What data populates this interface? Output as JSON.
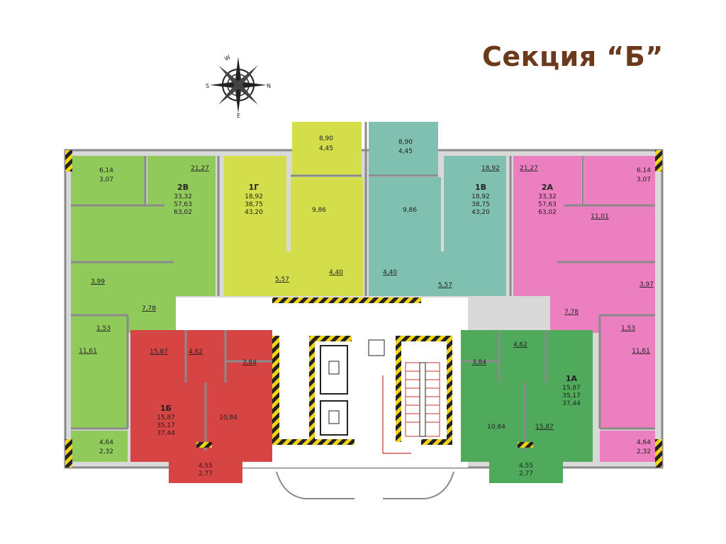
{
  "title": "Секция “Б”",
  "compass": {
    "letters": [
      "W",
      "N",
      "E",
      "S"
    ]
  },
  "colors": {
    "green_light": "#8fca5a",
    "green_dark": "#4faa5c",
    "yellow": "#d4dd4a",
    "teal": "#7fc0b0",
    "pink": "#ec7fbf",
    "red": "#d64444",
    "wall": "#8a8a8a",
    "hazard_yellow": "#f3d21a",
    "hazard_black": "#222222",
    "title_brown": "#6b3a1c"
  },
  "apartments": [
    {
      "id": "2В",
      "labels": [
        "33,32",
        "57,63",
        "63,02"
      ],
      "color": "green_light"
    },
    {
      "id": "1Г",
      "labels": [
        "18,92",
        "38,75",
        "43,20"
      ],
      "color": "yellow"
    },
    {
      "id": "1В",
      "labels": [
        "18,92",
        "38,75",
        "43,20"
      ],
      "color": "teal"
    },
    {
      "id": "2А",
      "labels": [
        "33,32",
        "57,63",
        "63,02"
      ],
      "color": "pink"
    },
    {
      "id": "1Б",
      "labels": [
        "15,87",
        "35,17",
        "37,44"
      ],
      "color": "red"
    },
    {
      "id": "1А",
      "labels": [
        "15,87",
        "35,17",
        "37,44"
      ],
      "color": "green_dark"
    }
  ],
  "rooms": {
    "tl_balcony": [
      "6,14",
      "3,07"
    ],
    "tl_room": "21,27",
    "tl_bath": "3,99",
    "tl_hall": "7,78",
    "tl_wc": "1,53",
    "tl_kitchen": "11,61",
    "tl_loggia": [
      "4,64",
      "2,32"
    ],
    "top_left_balcony": [
      "8,90",
      "4,45"
    ],
    "top_right_balcony": [
      "8,90",
      "4,45"
    ],
    "y_kitchen": "9,86",
    "y_bath": "4,40",
    "y_hall": "5,57",
    "t_kitchen": "9,86",
    "t_bath": "4,40",
    "t_hall": "5,57",
    "t_room": "18,92",
    "tr_room": "21,27",
    "tr_balcony": [
      "6,14",
      "3,07"
    ],
    "tr_kitchen_top": "11,01",
    "tr_bath": "3,97",
    "tr_hall": "7,78",
    "tr_wc": "1,53",
    "tr_kitchen": "11,61",
    "tr_loggia": [
      "4,64",
      "2,32"
    ],
    "r_room": "15,87",
    "r_hall": "4,62",
    "r_bath": "3,84",
    "r_kitchen": "10,84",
    "r_loggia": [
      "4,55",
      "2,77"
    ],
    "g_room": "15,87",
    "g_hall": "4,62",
    "g_bath": "3,84",
    "g_kitchen": "10,84",
    "g_loggia": [
      "4,55",
      "2,77"
    ]
  }
}
